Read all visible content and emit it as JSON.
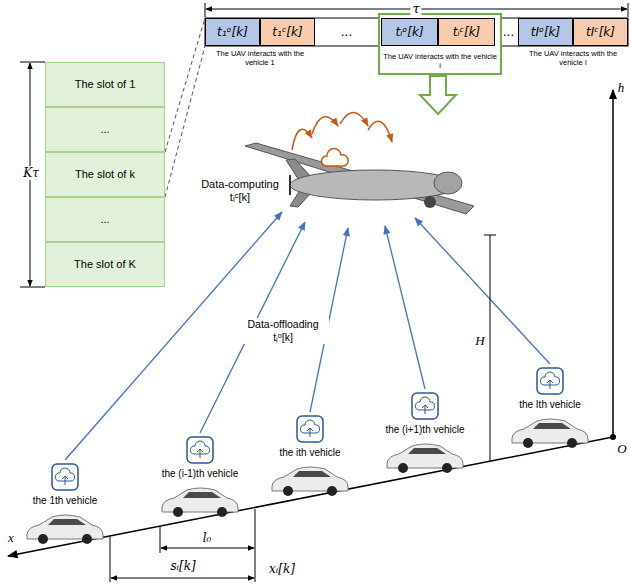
{
  "diagram": {
    "nodes": [
      {
        "text": [
          "t₁ᵒ[k]"
        ]
      },
      {
        "text": [
          "t₁ᶜ[k]"
        ]
      },
      {
        "text": [
          "The UAV interacts with the vehicle i"
        ]
      },
      {
        "text": [
          "tᵢᵒ[k]"
        ],
        "in": 2
      },
      {
        "text": [
          "tᵢᶜ[k]"
        ],
        "in": 2
      },
      {
        "text": [
          "tIᵒ[k]"
        ]
      },
      {
        "text": [
          "tIᶜ[k]"
        ]
      },
      {
        "text": [
          "The slot of 1"
        ]
      },
      {
        "text": [
          "..."
        ]
      },
      {
        "text": [
          "The slot of k"
        ]
      },
      {
        "text": [
          "..."
        ]
      },
      {
        "text": [
          "The slot of K"
        ]
      }
    ],
    "labels": [
      "τ",
      "...",
      "...",
      "The UAV interacts with the vehicle 1",
      "The UAV interacts with the vehicle I",
      "Kτ",
      "Data-computing tᵢᶜ[k]",
      "Data-offloading tᵢᵒ[k]",
      "H",
      "h",
      "O",
      "x",
      "the 1th vehicle",
      "the (i-1)th vehicle",
      "the ith vehicle",
      "the (i+1)th vehicle",
      "the Ith vehicle",
      "l₀",
      "sᵢ[k]",
      "xᵢ[k]"
    ]
  }
}
